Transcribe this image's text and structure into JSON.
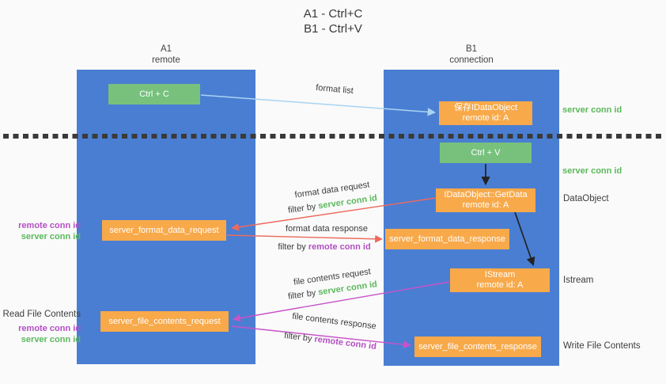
{
  "title": {
    "line1": "A1 - Ctrl+C",
    "line2": "B1 - Ctrl+V"
  },
  "columns": {
    "a": {
      "id": "A1",
      "role": "remote"
    },
    "b": {
      "id": "B1",
      "role": "connection"
    }
  },
  "boxes": {
    "ctrl_c": {
      "label": "Ctrl + C"
    },
    "ctrl_v": {
      "label": "Ctrl + V"
    },
    "save_dataobject": {
      "line1": "保存IDataObject",
      "line2": "remote id: A"
    },
    "getdata": {
      "line1": "IDataObject::GetData",
      "line2": "remote id: A"
    },
    "istream": {
      "line1": "IStream",
      "line2": "remote id: A"
    },
    "server_format_data_request": {
      "label": "server_format_data_request"
    },
    "server_format_data_response": {
      "label": "server_format_data_response"
    },
    "server_file_contents_request": {
      "label": "server_file_contents_request"
    },
    "server_file_contents_response": {
      "label": "server_file_contents_response"
    }
  },
  "arrow_labels": {
    "format_list": "format list",
    "format_data_request": "format data request",
    "format_data_response": "format data response",
    "file_contents_request": "file contents request",
    "file_contents_response": "file contents response",
    "filter_by": "filter by",
    "server_conn_id": "server conn id",
    "remote_conn_id": "remote conn id"
  },
  "side_labels": {
    "server_conn_id_top": "server conn id",
    "server_conn_id_mid": "server conn id",
    "dataobject": "DataObject",
    "istream": "Istream",
    "write_file_contents": "Write File Contents",
    "read_file_contents": "Read File Contents",
    "remote_conn_id": "remote conn id",
    "server_conn_id": "server conn id"
  },
  "colors": {
    "column_blue": "#4a7ed2",
    "box_green": "#77c17d",
    "box_orange": "#f8a94a",
    "arrow_lightblue": "#a9d3f2",
    "arrow_red": "#ed6a5e",
    "arrow_magenta": "#c853c8",
    "arrow_black": "#222222",
    "text_green": "#5cb85c",
    "text_purple": "#b44fc4"
  }
}
